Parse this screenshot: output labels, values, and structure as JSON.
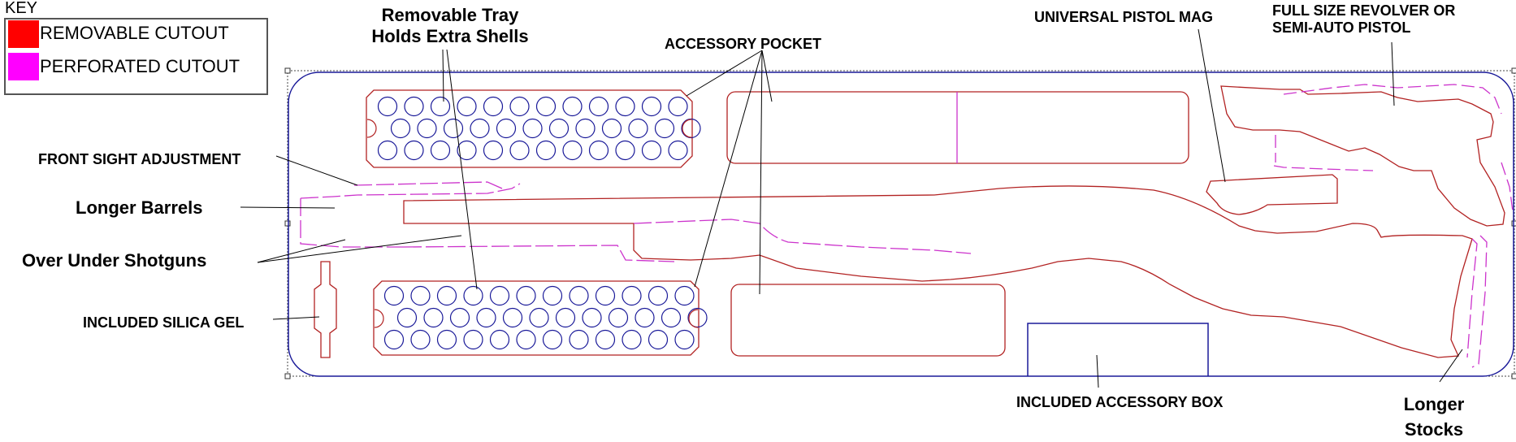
{
  "key": {
    "title": "KEY",
    "items": [
      {
        "label": "REMOVABLE CUTOUT",
        "color": "#ff0000"
      },
      {
        "label": "PERFORATED CUTOUT",
        "color": "#ff00ff"
      }
    ]
  },
  "labels": {
    "removable_tray_1": "Removable Tray",
    "removable_tray_2": "Holds Extra Shells",
    "accessory_pocket": "ACCESSORY POCKET",
    "universal_pistol_mag": "UNIVERSAL PISTOL MAG",
    "revolver_1": "FULL SIZE REVOLVER OR",
    "revolver_2": "SEMI-AUTO PISTOL",
    "front_sight": "FRONT SIGHT ADJUSTMENT",
    "longer_barrels": "Longer Barrels",
    "over_under": "Over Under Shotguns",
    "silica_gel": "INCLUDED SILICA GEL",
    "accessory_box": "INCLUDED ACCESSORY BOX",
    "longer_stocks_1": "Longer",
    "longer_stocks_2": "Stocks"
  },
  "colors": {
    "cut_line": "#b22222",
    "perforated_line": "#cc33cc",
    "outline": "#1a1a99",
    "leader": "#000000"
  }
}
